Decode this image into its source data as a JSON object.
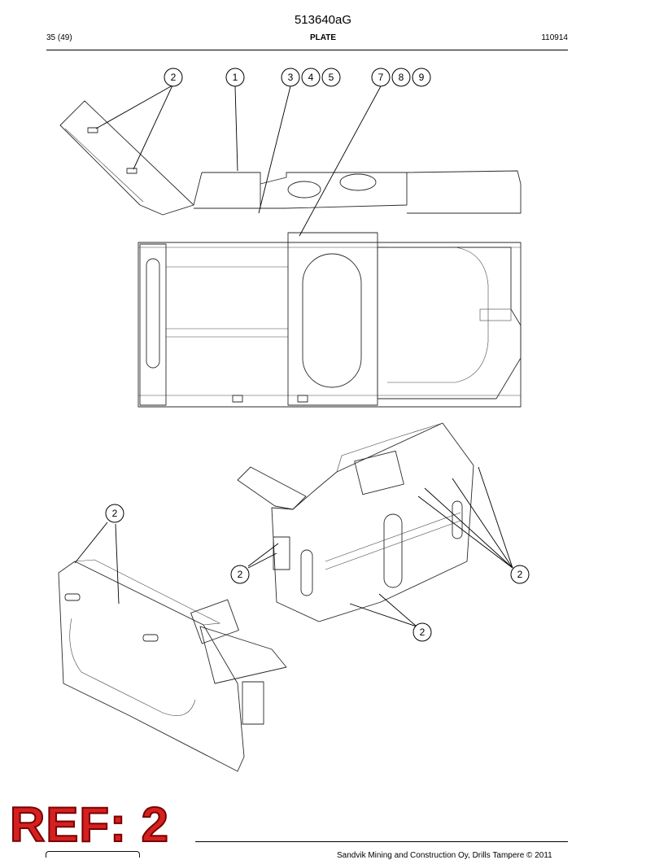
{
  "header": {
    "document_number": "513640aG",
    "page": "35 (49)",
    "title": "PLATE",
    "date_code": "110914"
  },
  "callouts": {
    "front_view": [
      "2",
      "1",
      "3",
      "4",
      "5",
      "7",
      "8",
      "9"
    ],
    "iso_left": [
      "2"
    ],
    "iso_right": [
      "2",
      "2",
      "2"
    ]
  },
  "stamp": {
    "text": "REF: 2"
  },
  "footer": {
    "text": "Sandvik Mining and Construction Oy, Drills Tampere © 2011"
  },
  "colors": {
    "stamp_red": "#d42020",
    "line": "#2a2a2a"
  }
}
